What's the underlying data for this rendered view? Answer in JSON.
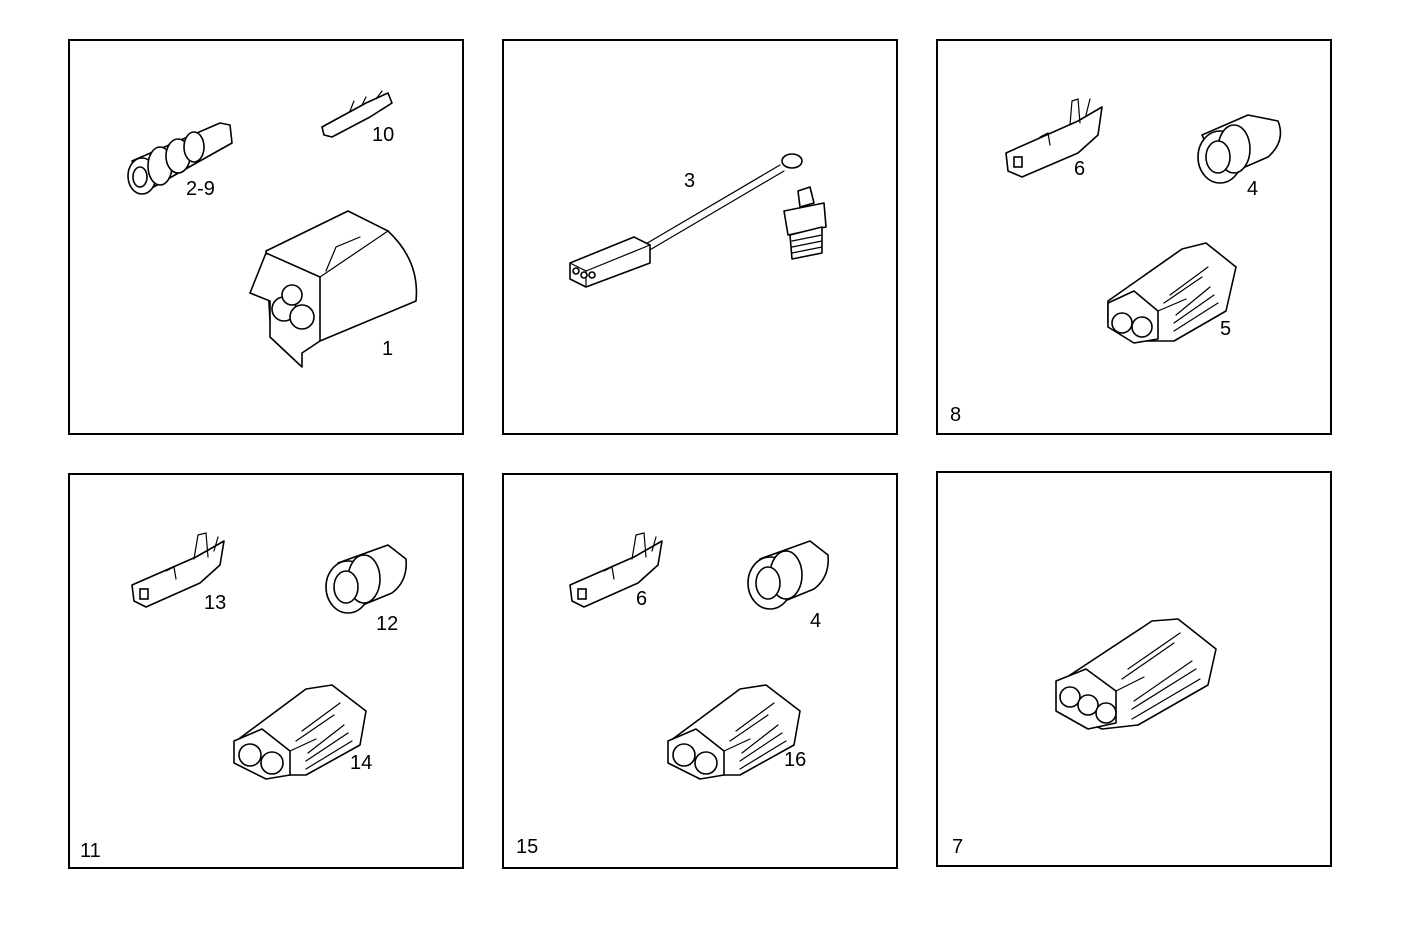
{
  "panels": [
    {
      "id": "p1",
      "callouts": [
        "2-9",
        "10",
        "1"
      ],
      "corner_label": ""
    },
    {
      "id": "p2",
      "callouts": [
        "3"
      ],
      "corner_label": ""
    },
    {
      "id": "p3",
      "callouts": [
        "6",
        "4",
        "5"
      ],
      "corner_label": "8"
    },
    {
      "id": "p4",
      "callouts": [
        "13",
        "12",
        "14"
      ],
      "corner_label": "11"
    },
    {
      "id": "p5",
      "callouts": [
        "6",
        "4",
        "16"
      ],
      "corner_label": "15"
    },
    {
      "id": "p6",
      "callouts": [],
      "corner_label": "7"
    }
  ]
}
